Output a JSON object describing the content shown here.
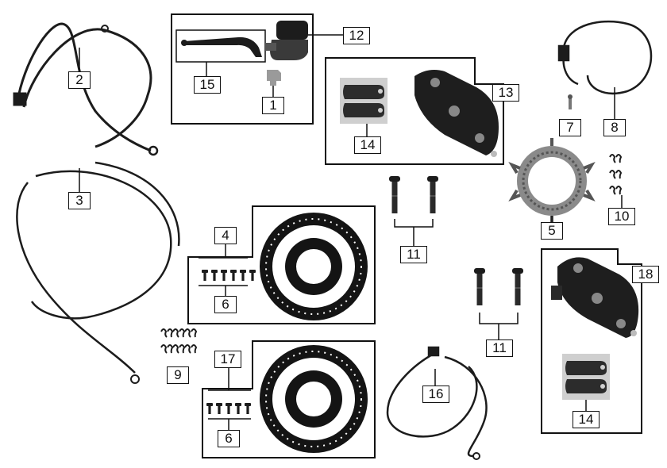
{
  "labels": {
    "p1": "1",
    "p2": "2",
    "p3": "3",
    "p4": "4",
    "p5": "5",
    "p6a": "6",
    "p6b": "6",
    "p7": "7",
    "p8": "8",
    "p9": "9",
    "p10": "10",
    "p11a": "11",
    "p11b": "11",
    "p12": "12",
    "p13": "13",
    "p14a": "14",
    "p14b": "14",
    "p15": "15",
    "p16": "16",
    "p17": "17",
    "p18": "18"
  },
  "colors": {
    "ink": "#111111",
    "part_dark": "#1c1c1c",
    "part_grey": "#8a8a8a",
    "pad_grey": "#b9b9b9"
  }
}
